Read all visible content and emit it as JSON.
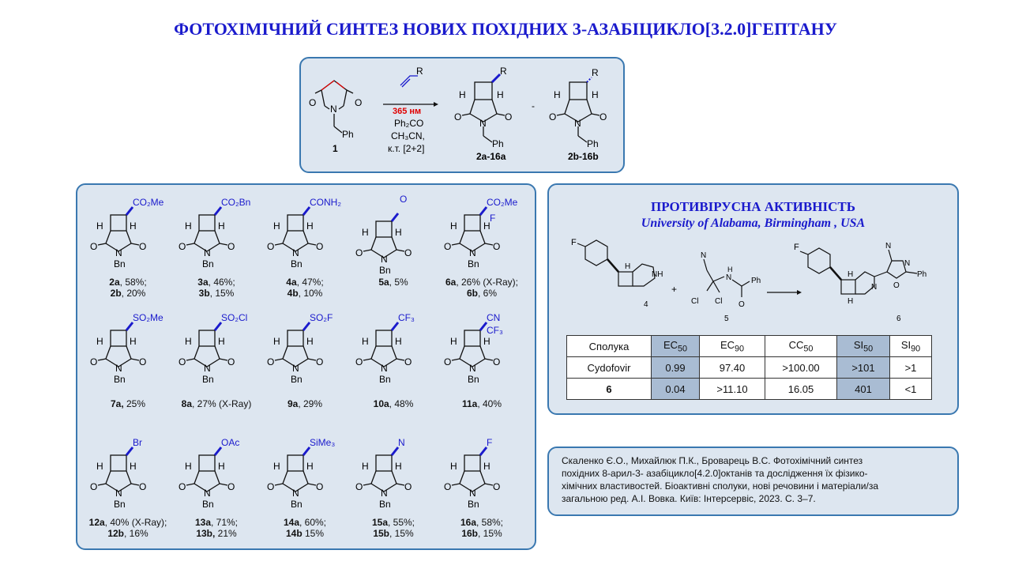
{
  "title": "ФОТОХІМІЧНИЙ СИНТЕЗ НОВИХ ПОХІДНИХ 3-АЗАБІЦИКЛО[3.2.0]ГЕПТАНУ",
  "reaction": {
    "start_label": "1",
    "reagent_r": "R",
    "condition_wavelength": "365 нм",
    "condition_reagent1": "Ph₂CO",
    "condition_reagent2": "CH₃CN,",
    "condition_reagent3": "к.т. [2+2]",
    "product_a_label": "2a-16a",
    "product_b_label": "2b-16b",
    "separator": "-",
    "atom_h": "H",
    "atom_o": "O",
    "atom_n": "N",
    "atom_ph": "Ph"
  },
  "compounds": [
    {
      "sub": "CO₂Me",
      "line1_bold": "2a",
      "line1_rest": ", 58%;",
      "line2_bold": "2b",
      "line2_rest": ", 20%"
    },
    {
      "sub": "CO₂Bn",
      "line1_bold": "3a",
      "line1_rest": ", 46%;",
      "line2_bold": "3b",
      "line2_rest": ", 15%"
    },
    {
      "sub": "CONH₂",
      "line1_bold": "4a",
      "line1_rest": ", 47%;",
      "line2_bold": "4b",
      "line2_rest": ", 10%"
    },
    {
      "sub": "",
      "line1_bold": "5a",
      "line1_rest": ", 5%",
      "line2_bold": "",
      "line2_rest": ""
    },
    {
      "sub": "CO₂Me",
      "line1_bold": "6a",
      "line1_rest": ", 26% (X-Ray);",
      "line2_bold": "6b",
      "line2_rest": ", 6%"
    },
    {
      "sub": "SO₂Me",
      "line1_bold": "7a,",
      "line1_rest": " 25%",
      "line2_bold": "",
      "line2_rest": ""
    },
    {
      "sub": "SO₂Cl",
      "line1_bold": "8a",
      "line1_rest": ", 27% (X-Ray)",
      "line2_bold": "",
      "line2_rest": ""
    },
    {
      "sub": "SO₂F",
      "line1_bold": "9a",
      "line1_rest": ", 29%",
      "line2_bold": "",
      "line2_rest": ""
    },
    {
      "sub": "CF₃",
      "line1_bold": "10a",
      "line1_rest": ", 48%",
      "line2_bold": "",
      "line2_rest": ""
    },
    {
      "sub": "CN",
      "line1_bold": "11a",
      "line1_rest": ", 40%",
      "line2_bold": "",
      "line2_rest": ""
    },
    {
      "sub": "Br",
      "line1_bold": "12a",
      "line1_rest": ", 40% (X-Ray);",
      "line2_bold": "12b",
      "line2_rest": ", 16%"
    },
    {
      "sub": "OAc",
      "line1_bold": "13a",
      "line1_rest": ", 71%;",
      "line2_bold": "13b,",
      "line2_rest": " 21%"
    },
    {
      "sub": "SiMe₃",
      "line1_bold": "14a",
      "line1_rest": ", 60%;",
      "line2_bold": "14b",
      "line2_rest": " 15%"
    },
    {
      "sub": "N",
      "line1_bold": "15a",
      "line1_rest": ", 55%;",
      "line2_bold": "15b",
      "line2_rest": ", 15%"
    },
    {
      "sub": "F",
      "line1_bold": "16a",
      "line1_rest": ", 58%;",
      "line2_bold": "16b",
      "line2_rest": ", 15%"
    }
  ],
  "struct_labels": {
    "h": "H",
    "o": "O",
    "n": "N",
    "bn": "Bn",
    "o_ketone": "O",
    "f": "F",
    "cf3": "CF₃"
  },
  "antiviral": {
    "title": "ПРОТИВІРУСНА АКТИВНІСТЬ",
    "subtitle": "University of Alabama, Birmingham , USA",
    "scheme": {
      "f_label": "F",
      "nh_label": "NH",
      "h_label": "H",
      "label_4": "4",
      "plus": "+",
      "n_label": "N",
      "cl_label": "Cl",
      "hn_label": "N",
      "hn_h": "H",
      "o_label": "O",
      "ph_label": "Ph",
      "label_5": "5",
      "f2_label": "F",
      "h2_label": "H",
      "n2_label": "N",
      "cn_label": "N",
      "oxa_n": "N",
      "oxa_o": "O",
      "ph2_label": "Ph",
      "label_6": "6"
    },
    "table": {
      "headers": [
        "Сполука",
        "EC",
        "EC",
        "CC",
        "SI",
        "SI"
      ],
      "header_subs": [
        "",
        "50",
        "90",
        "50",
        "50",
        "90"
      ],
      "rows": [
        [
          "Cydofovir",
          "0.99",
          "97.40",
          ">100.00",
          ">101",
          ">1"
        ],
        [
          "6",
          "0.04",
          ">11.10",
          "16.05",
          "401",
          "<1"
        ]
      ]
    }
  },
  "reference": {
    "line1": "Скаленко Є.О., Михайлюк П.К., Броварець В.С. Фотохімічний синтез",
    "line2": "похідних 8-арил-3- азабіцикло[4.2.0]октанів та дослідження їх фізико-",
    "line3": "хімічних властивостей. Біоактивні сполуки, нові речовини і матеріали/за",
    "line4": "загальною ред. А.І. Вовка. Київ: Інтерсервіс, 2023. С. 3–7."
  }
}
